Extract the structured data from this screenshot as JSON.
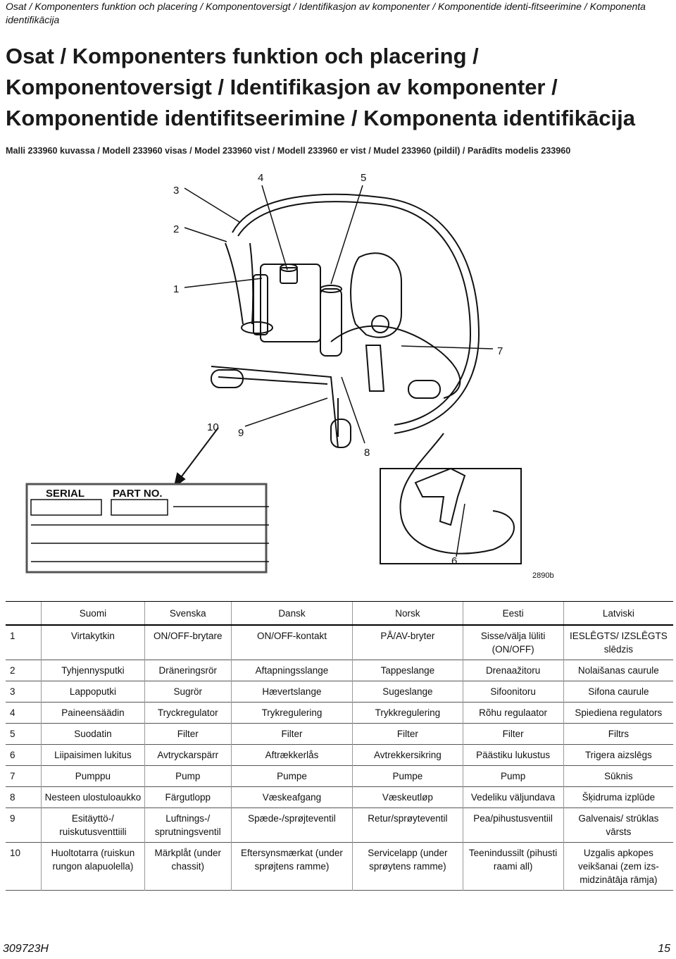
{
  "header": {
    "running_head": "Osat / Komponenters funktion och placering / Komponentoversigt / Identifikasjon av komponenter / Komponentide identi-fitseerimine / Komponenta identifikācija",
    "title": "Osat / Komponenters funktion och placering / Komponentoversigt / Identifikasjon av komponenter / Komponentide identifitseerimine / Komponenta identifikācija",
    "subtitle": "Malli 233960 kuvassa / Modell 233960 visas / Model 233960 vist / Modell 233960 er vist / Mudel 233960 (pildil) / Parādīts modelis 233960"
  },
  "figure": {
    "callouts": [
      "1",
      "2",
      "3",
      "4",
      "5",
      "6",
      "7",
      "8",
      "9",
      "10"
    ],
    "plate": {
      "serial_label": "SERIAL",
      "part_label": "PART NO."
    },
    "figure_id": "2890b"
  },
  "table": {
    "columns": [
      "",
      "Suomi",
      "Svenska",
      "Dansk",
      "Norsk",
      "Eesti",
      "Latviski"
    ],
    "rows": [
      [
        "1",
        "Virtakytkin",
        "ON/OFF-brytare",
        "ON/OFF-kontakt",
        "PÅ/AV-bryter",
        "Sisse/välja lüliti (ON/OFF)",
        "IESLĒGTS/ IZSLĒGTS slēdzis"
      ],
      [
        "2",
        "Tyhjennysputki",
        "Dräneringsrör",
        "Aftapningsslange",
        "Tappeslange",
        "Drenaažitoru",
        "Nolaišanas caurule"
      ],
      [
        "3",
        "Lappoputki",
        "Sugrör",
        "Hævertslange",
        "Sugeslange",
        "Sifoonitoru",
        "Sifona caurule"
      ],
      [
        "4",
        "Paineensäädin",
        "Tryckregulator",
        "Trykregulering",
        "Trykkregulering",
        "Rõhu regulaator",
        "Spiediena regulators"
      ],
      [
        "5",
        "Suodatin",
        "Filter",
        "Filter",
        "Filter",
        "Filter",
        "Filtrs"
      ],
      [
        "6",
        "Liipaisimen lukitus",
        "Avtryckarspärr",
        "Aftrækkerlås",
        "Avtrekkersikring",
        "Päästiku lukustus",
        "Trigera aizslēgs"
      ],
      [
        "7",
        "Pumppu",
        "Pump",
        "Pumpe",
        "Pumpe",
        "Pump",
        "Sūknis"
      ],
      [
        "8",
        "Nesteen ulostuloaukko",
        "Färgutlopp",
        "Væskeafgang",
        "Væskeutløp",
        "Vedeliku väljundava",
        "Šķidruma izplūde"
      ],
      [
        "9",
        "Esitäyttö-/ ruiskutusventtiili",
        "Luftnings-/ sprutningsventil",
        "Spæde-/sprøjteventil",
        "Retur/sprøyteventil",
        "Pea/pihustusventiil",
        "Galvenais/ strūklas vārsts"
      ],
      [
        "10",
        "Huoltotarra (ruiskun rungon alapuolella)",
        "Märkplåt (under chassit)",
        "Eftersynsmærkat (under sprøjtens ramme)",
        "Servicelapp (under sprøytens ramme)",
        "Teenindussilt (pihusti raami all)",
        "Uzgalis apkopes veikšanai (zem izs-midzinātāja rāmja)"
      ]
    ]
  },
  "footer": {
    "doc_number": "309723H",
    "page_number": "15"
  }
}
